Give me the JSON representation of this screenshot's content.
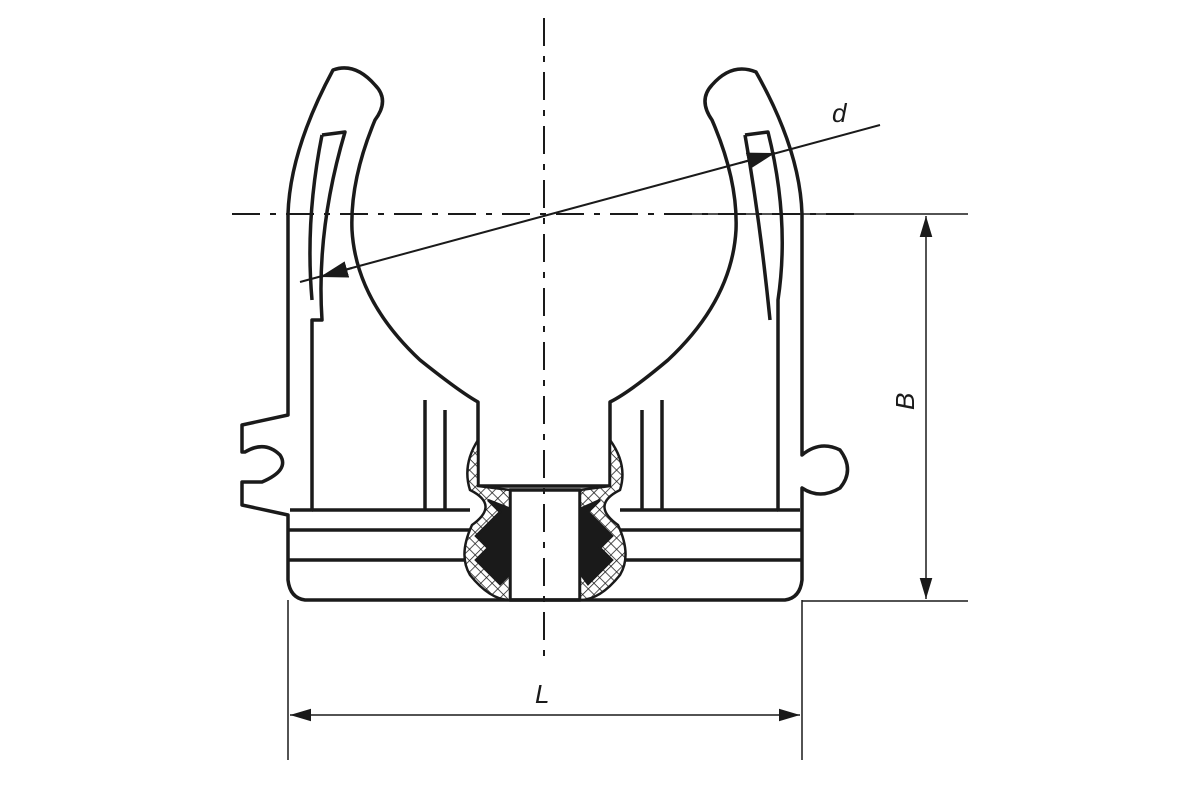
{
  "diagram": {
    "labels": {
      "diameter": "d",
      "height": "B",
      "length": "L"
    },
    "colors": {
      "stroke": "#1a1a1a",
      "background": "#ffffff"
    }
  }
}
